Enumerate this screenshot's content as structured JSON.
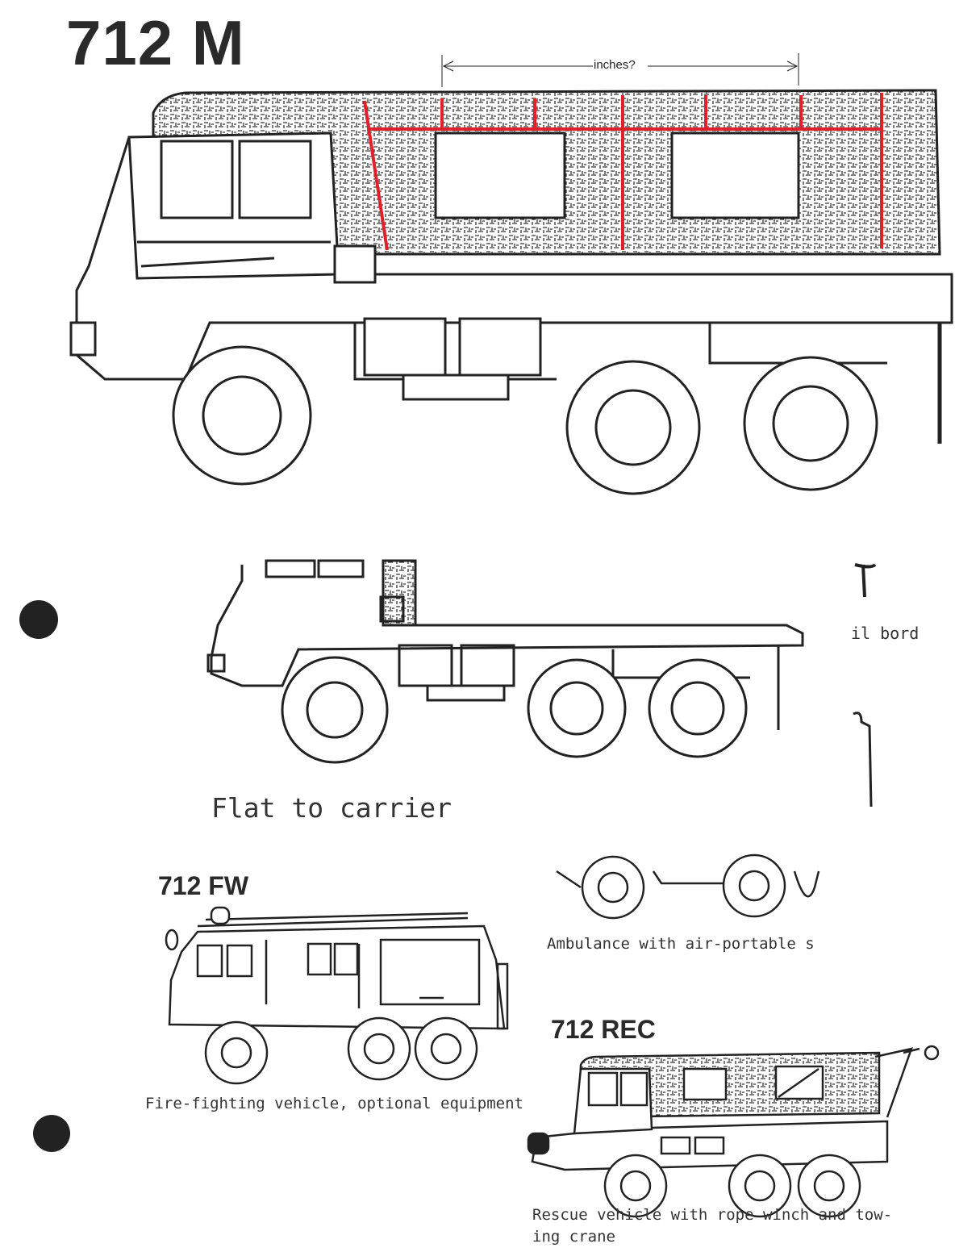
{
  "main_title": "712 M",
  "dimension_label": "inches?",
  "flat_caption": "Flat to carrier",
  "right_cut_caption": "il bord",
  "fw": {
    "title": "712 FW",
    "caption": "Fire-fighting vehicle, optional equipment"
  },
  "ambulance": {
    "caption": "Ambulance with air-portable s"
  },
  "rec": {
    "title": "712 REC",
    "caption_line1": "Rescue vehicle with rope winch and tow-",
    "caption_line2": "ing crane"
  },
  "colors": {
    "annotation": "#e0202a",
    "ink": "#222222",
    "paper": "#ffffff"
  }
}
